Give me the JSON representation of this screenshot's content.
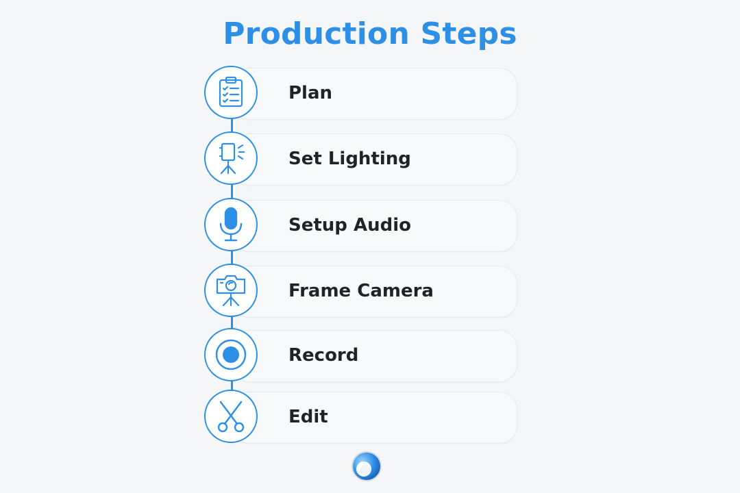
{
  "title": "Production Steps",
  "accent_color": "#2d8fe6",
  "steps": [
    {
      "label": "Plan",
      "icon": "clipboard-checklist-icon"
    },
    {
      "label": "Set Lighting",
      "icon": "studio-light-icon"
    },
    {
      "label": "Setup Audio",
      "icon": "microphone-icon"
    },
    {
      "label": "Frame Camera",
      "icon": "camera-on-tripod-icon"
    },
    {
      "label": "Record",
      "icon": "record-icon"
    },
    {
      "label": "Edit",
      "icon": "scissors-icon"
    }
  ],
  "footer_logo": "swirl-logo-icon"
}
